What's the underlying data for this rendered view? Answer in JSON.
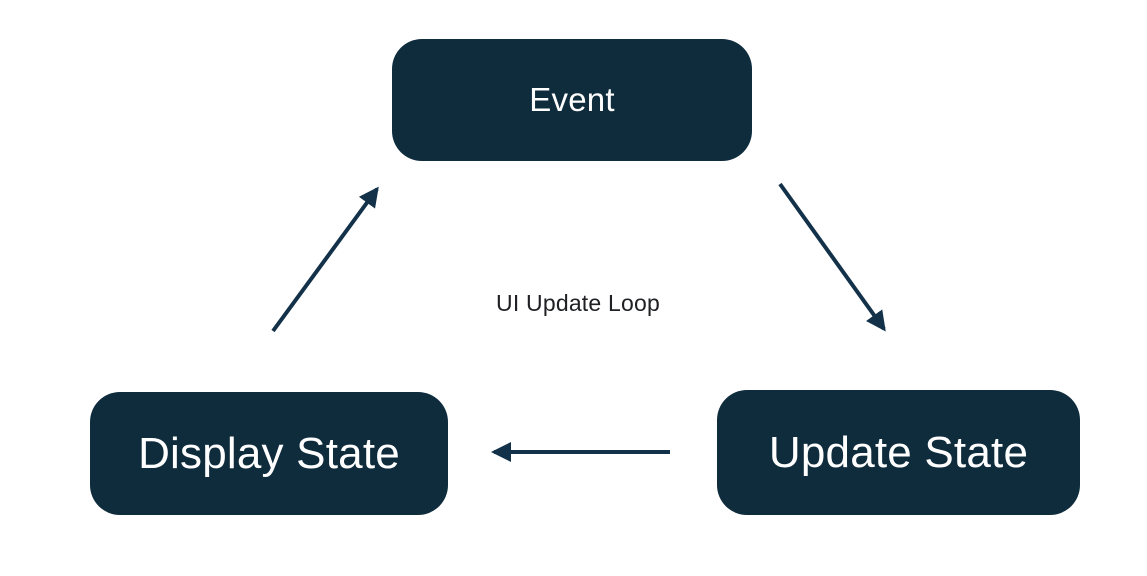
{
  "diagram": {
    "title": "UI Update Loop",
    "nodes": [
      {
        "id": "event",
        "label": "Event"
      },
      {
        "id": "update-state",
        "label": "Update State"
      },
      {
        "id": "display-state",
        "label": "Display State"
      }
    ],
    "edges": [
      {
        "from": "event",
        "to": "update-state",
        "direction": "down-right"
      },
      {
        "from": "update-state",
        "to": "display-state",
        "direction": "left"
      },
      {
        "from": "display-state",
        "to": "event",
        "direction": "up-right"
      }
    ],
    "colors": {
      "node_fill": "#0f2c3d",
      "node_text": "#ffffff",
      "arrow": "#13324a",
      "center_label_text": "#202124",
      "background": "#ffffff"
    }
  }
}
